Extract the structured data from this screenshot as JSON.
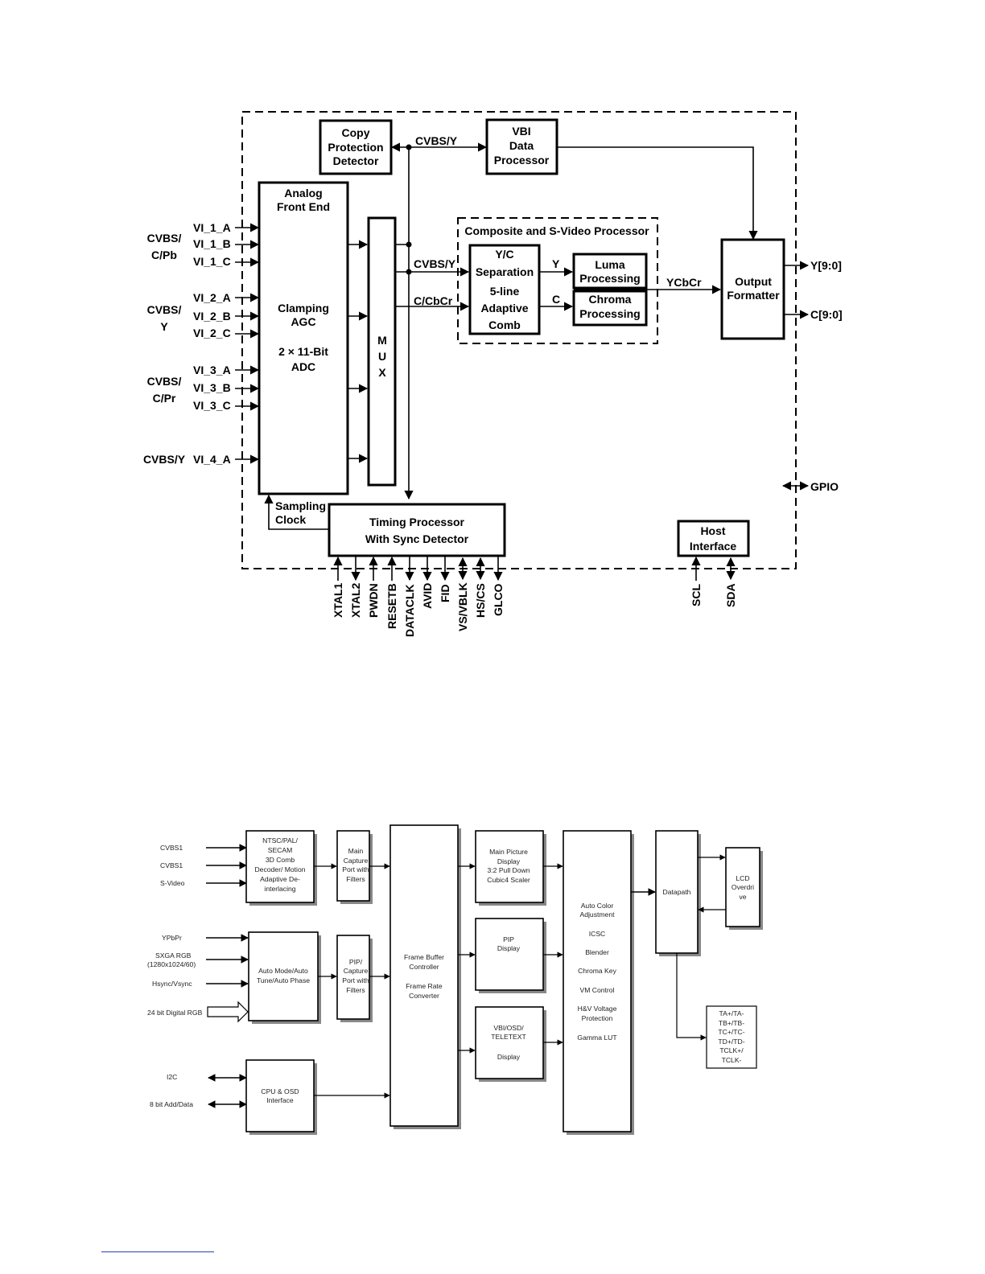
{
  "decoder": {
    "blocks": {
      "copy_protection": [
        "Copy",
        "Protection",
        "Detector"
      ],
      "vbi": [
        "VBI",
        "Data",
        "Processor"
      ],
      "afe_title": [
        "Analog",
        "Front End"
      ],
      "afe_body": [
        "Clamping",
        "AGC"
      ],
      "afe_adc": [
        "2 × 11-Bit",
        "ADC"
      ],
      "mux": [
        "M",
        "U",
        "X"
      ],
      "composite_title": "Composite and S-Video Processor",
      "yc_sep": [
        "Y/C",
        "Separation",
        "5-line",
        "Adaptive",
        "Comb"
      ],
      "luma": [
        "Luma",
        "Processing"
      ],
      "chroma": [
        "Chroma",
        "Processing"
      ],
      "output_formatter": [
        "Output",
        "Formatter"
      ],
      "timing": [
        "Timing Processor",
        "With Sync Detector"
      ],
      "host": [
        "Host",
        "Interface"
      ],
      "sampling_clock": [
        "Sampling",
        "Clock"
      ]
    },
    "signals": {
      "cvbs_y_top": "CVBS/Y",
      "cvbs_y_mid": "CVBS/Y",
      "c_cbcr": "C/CbCr",
      "y_label": "Y",
      "c_label": "C",
      "ycbcr": "YCbCr",
      "y_out": "Y[9:0]",
      "c_out": "C[9:0]",
      "gpio": "GPIO"
    },
    "input_groups": [
      {
        "label": [
          "CVBS/",
          "C/Pb"
        ],
        "pins": [
          "VI_1_A",
          "VI_1_B",
          "VI_1_C"
        ]
      },
      {
        "label": [
          "CVBS/",
          "Y"
        ],
        "pins": [
          "VI_2_A",
          "VI_2_B",
          "VI_2_C"
        ]
      },
      {
        "label": [
          "CVBS/",
          "C/Pr"
        ],
        "pins": [
          "VI_3_A",
          "VI_3_B",
          "VI_3_C"
        ]
      },
      {
        "label": [
          "CVBS/Y"
        ],
        "pins": [
          "VI_4_A"
        ]
      }
    ],
    "bottom_pins": [
      "XTAL1",
      "XTAL2",
      "PWDN",
      "RESETB",
      "DATACLK",
      "AVID",
      "FID",
      "VS/VBLK",
      "HS/CS",
      "GLCO"
    ],
    "host_pins": [
      "SCL",
      "SDA"
    ]
  },
  "scaler": {
    "inputs": [
      "CVBS1",
      "CVBS1",
      "S-Video",
      "YPbPr",
      "SXGA RGB",
      "(1280x1024/60)",
      "Hsync/Vsync",
      "24 bit Digital RGB",
      "I2C",
      "8 bit Add/Data"
    ],
    "blocks": {
      "decoder": [
        "NTSC/PAL/",
        "SECAM",
        "3D Comb",
        "Decoder/ Motion",
        "Adaptive De-",
        "interlacing"
      ],
      "main_capture": [
        "Main",
        "Capture",
        "Port with",
        "Filters"
      ],
      "auto_mode": [
        "Auto Mode/Auto",
        "Tune/Auto Phase"
      ],
      "pip_capture": [
        "PIP/",
        "Capture",
        "Port with",
        "Filters"
      ],
      "cpu_osd": [
        "CPU & OSD",
        "Interface"
      ],
      "frame_buffer": [
        "Frame Buffer",
        "Controller",
        "",
        "Frame Rate",
        "Converter"
      ],
      "main_picture": [
        "Main Picture",
        "Display",
        "3:2 Pull Down",
        "Cubic4 Scaler"
      ],
      "pip_display": [
        "PIP",
        "Display"
      ],
      "vbi_osd": [
        "VBI/OSD/",
        "TELETEXT",
        "",
        "Display"
      ],
      "color": [
        "Auto Color",
        "Adjustment",
        "",
        "ICSC",
        "",
        "Blender",
        "",
        "Chroma Key",
        "",
        "VM Control",
        "",
        "H&V Voltage",
        "Protection",
        "",
        "Gamma LUT"
      ],
      "datapath": [
        "Datapath"
      ],
      "lcd": [
        "LCD",
        "Overdri",
        "ve"
      ],
      "lvds": [
        "TA+/TA-",
        "TB+/TB-",
        "TC+/TC-",
        "TD+/TD-",
        "TCLK+/",
        "TCLK-"
      ]
    }
  }
}
